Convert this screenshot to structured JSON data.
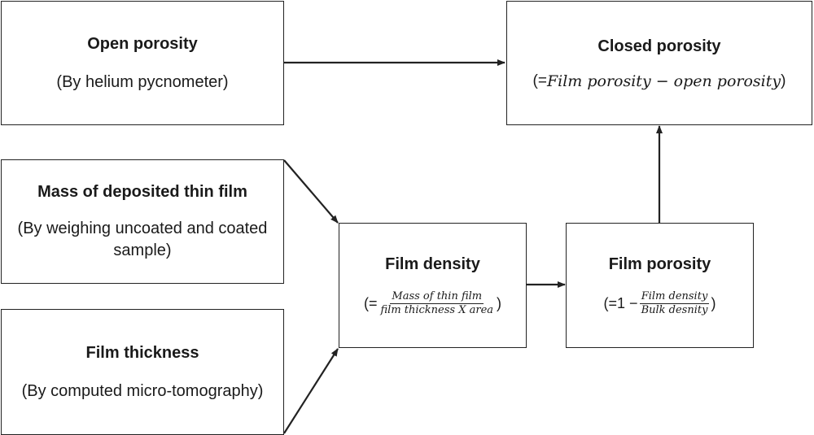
{
  "open_porosity": {
    "title": "Open porosity",
    "method": "(By helium pycnometer)"
  },
  "closed_porosity": {
    "title": "Closed porosity",
    "formula_open": "(=",
    "formula_expr": "Film porosity − open porosity",
    "formula_close": ")"
  },
  "mass_film": {
    "title": "Mass of deposited thin film",
    "method": "(By weighing uncoated and coated sample)"
  },
  "film_thickness": {
    "title": "Film thickness",
    "method": "(By computed micro-tomography)"
  },
  "film_density": {
    "title": "Film density",
    "formula_open": "(=",
    "numerator": "Mass of thin film",
    "denominator": "film thickness X area",
    "formula_close": ")"
  },
  "film_porosity": {
    "title": "Film porosity",
    "formula_open": "(=1 −",
    "numerator": "Film density",
    "denominator": "Bulk desnity",
    "formula_close": ")"
  }
}
